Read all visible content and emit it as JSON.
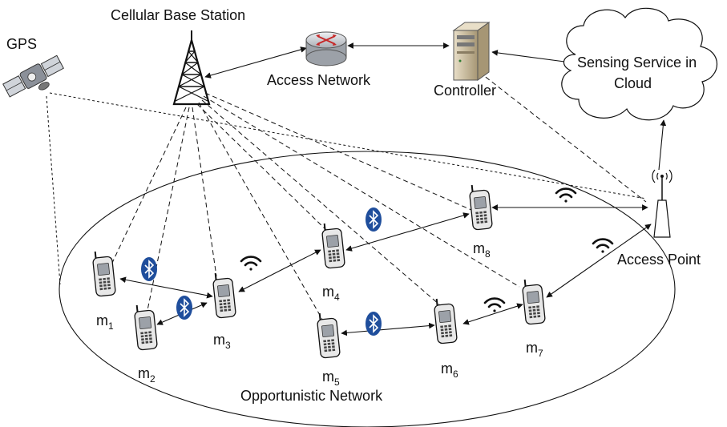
{
  "labels": {
    "gps": "GPS",
    "base_station": "Cellular Base Station",
    "access_network": "Access Network",
    "controller": "Controller",
    "cloud_line1": "Sensing Service in",
    "cloud_line2": "Cloud",
    "access_point": "Access Point",
    "opportunistic_network": "Opportunistic Network"
  },
  "nodes": [
    {
      "id": "m1",
      "letter": "m",
      "sub": "1"
    },
    {
      "id": "m2",
      "letter": "m",
      "sub": "2"
    },
    {
      "id": "m3",
      "letter": "m",
      "sub": "3"
    },
    {
      "id": "m4",
      "letter": "m",
      "sub": "4"
    },
    {
      "id": "m5",
      "letter": "m",
      "sub": "5"
    },
    {
      "id": "m6",
      "letter": "m",
      "sub": "6"
    },
    {
      "id": "m7",
      "letter": "m",
      "sub": "7"
    },
    {
      "id": "m8",
      "letter": "m",
      "sub": "8"
    }
  ],
  "links": [
    {
      "from": "m1",
      "to": "m3",
      "type": "bluetooth"
    },
    {
      "from": "m2",
      "to": "m3",
      "type": "bluetooth"
    },
    {
      "from": "m3",
      "to": "m4",
      "type": "wifi"
    },
    {
      "from": "m4",
      "to": "m8",
      "type": "bluetooth"
    },
    {
      "from": "m5",
      "to": "m6",
      "type": "bluetooth"
    },
    {
      "from": "m6",
      "to": "m7",
      "type": "wifi"
    },
    {
      "from": "m8",
      "to": "access_point",
      "type": "wifi"
    },
    {
      "from": "m7",
      "to": "access_point",
      "type": "wifi"
    }
  ],
  "colors": {
    "bluetooth": "#1f4e9c",
    "line": "#111111",
    "router": "#c8ccd2",
    "controller": "#c9b99a"
  },
  "icons": [
    "satellite-icon",
    "cell-tower-icon",
    "router-icon",
    "server-icon",
    "cloud-icon",
    "antenna-icon",
    "phone-icon",
    "bluetooth-icon",
    "wifi-icon"
  ]
}
